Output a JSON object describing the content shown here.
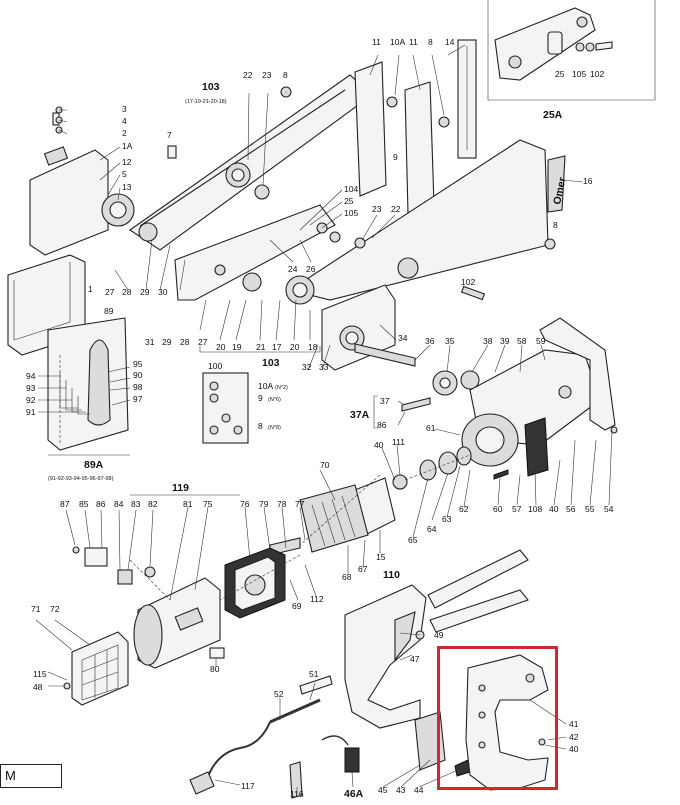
{
  "diagram": {
    "labels": [
      "103",
      "(17-19-21-20-18)",
      "22",
      "23",
      "8",
      "11",
      "10A",
      "11",
      "8",
      "14",
      "25",
      "105",
      "102",
      "25A",
      "3",
      "4",
      "2",
      "1A",
      "7",
      "12",
      "5",
      "13",
      "104",
      "25",
      "105",
      "23",
      "22",
      "9",
      "16",
      "8",
      "27",
      "28",
      "29",
      "30",
      "24",
      "26",
      "1",
      "102",
      "31",
      "29",
      "28",
      "27",
      "20",
      "19",
      "21",
      "17",
      "20",
      "18",
      "103",
      "34",
      "89",
      "95",
      "90",
      "98",
      "97",
      "94",
      "93",
      "92",
      "91",
      "36",
      "35",
      "38",
      "39",
      "58",
      "59",
      "100",
      "10A",
      "(N°2)",
      "9",
      "(N°6)",
      "8",
      "(N°8)",
      "32",
      "33",
      "37",
      "86",
      "37A",
      "61",
      "40",
      "111",
      "89A",
      "(91-92-93-94-95-96-97-98)",
      "70",
      "119",
      "87",
      "85",
      "86",
      "84",
      "83",
      "82",
      "81",
      "75",
      "76",
      "79",
      "78",
      "77",
      "65",
      "62",
      "64",
      "63",
      "60",
      "57",
      "108",
      "40",
      "56",
      "55",
      "54",
      "15",
      "67",
      "68",
      "69",
      "112",
      "110",
      "71",
      "72",
      "49",
      "80",
      "47",
      "115",
      "48",
      "51",
      "52",
      "41",
      "42",
      "40",
      "117",
      "116",
      "46A",
      "45",
      "43",
      "44"
    ],
    "brand_label": "Omer",
    "legend_box": "M"
  },
  "colors": {
    "line": "#222222",
    "highlight": "#d9232d",
    "background": "#ffffff"
  }
}
